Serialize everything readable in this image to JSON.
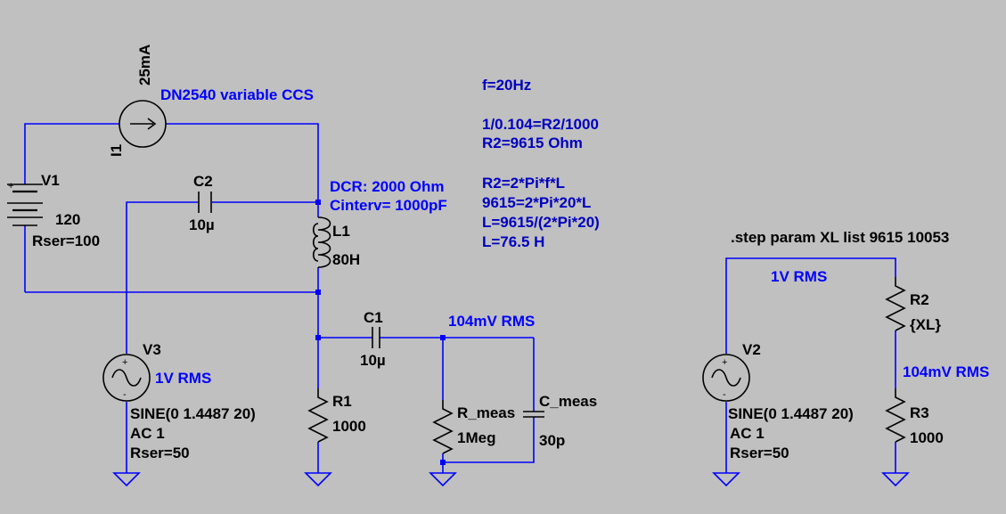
{
  "colors": {
    "background": "#c0c0c0",
    "wire": "#0000ff",
    "component": "#000000",
    "directive": "#0000c0"
  },
  "components": {
    "i1": {
      "ref": "I1",
      "value": "25mA",
      "label": "DN2540 variable CCS"
    },
    "v1": {
      "ref": "V1",
      "value": "120",
      "rser": "Rser=100"
    },
    "c2": {
      "ref": "C2",
      "value": "10µ"
    },
    "l1": {
      "ref": "L1",
      "value": "80H",
      "dcr": "DCR: 2000 Ohm",
      "cinterv": "Cinterv= 1000pF"
    },
    "v3": {
      "ref": "V3",
      "rms": "1V RMS",
      "source": "SINE(0 1.4487 20)",
      "ac": "AC 1",
      "rser": "Rser=50"
    },
    "c1": {
      "ref": "C1",
      "value": "10µ"
    },
    "r1": {
      "ref": "R1",
      "value": "1000"
    },
    "r_meas": {
      "ref": "R_meas",
      "value": "1Meg"
    },
    "c_meas": {
      "ref": "C_meas",
      "value": "30p"
    },
    "v2": {
      "ref": "V2",
      "source": "SINE(0 1.4487 20)",
      "ac": "AC 1",
      "rser": "Rser=50"
    },
    "r2": {
      "ref": "R2",
      "value": "{XL}"
    },
    "r3": {
      "ref": "R3",
      "value": "1000"
    }
  },
  "labels": {
    "meas_rms": "104mV RMS",
    "right_source_rms": "1V RMS",
    "right_node_rms": "104mV RMS"
  },
  "notes": {
    "calc": [
      "f=20Hz",
      "1/0.104=R2/1000",
      "R2=9615 Ohm",
      "R2=2*Pi*f*L",
      "9615=2*Pi*20*L",
      "L=9615/(2*Pi*20)",
      "L=76.5 H"
    ],
    "step_directive": ".step param XL list 9615 10053"
  }
}
